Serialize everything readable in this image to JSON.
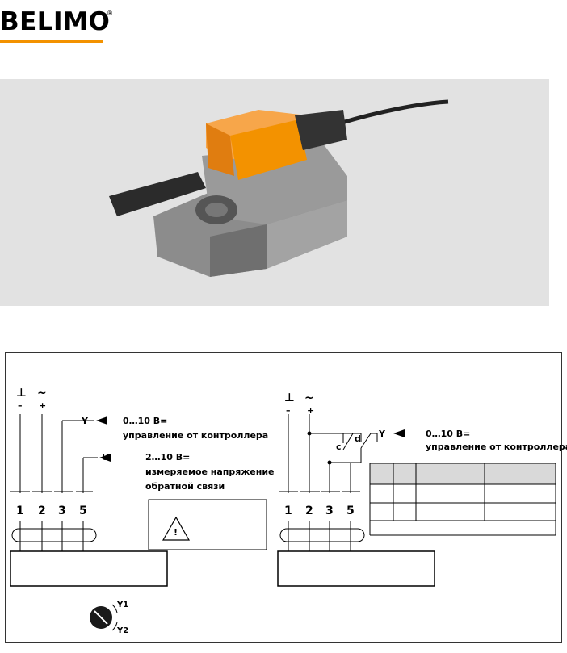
{
  "brand": {
    "name": "BELIMO",
    "registered": "®",
    "accent": "#f39200"
  },
  "product_photo": {
    "background": "#e2e2e2",
    "housing_color": "#f39200",
    "body_color": "#8c8c8c"
  },
  "wiring_left": {
    "ground_symbol": "⊥",
    "ground_sub": "–",
    "ac_symbol": "~",
    "ac_sub": "+",
    "y_label": "Y",
    "y_range": "0…10 В=",
    "y_desc": "управление от контроллера",
    "u_label": "U",
    "u_range": "2…10 В=",
    "u_desc_1": "измеряемое напряжение",
    "u_desc_2": "обратной связи",
    "terminals": [
      "1",
      "2",
      "3",
      "5"
    ],
    "warning_symbol": "!"
  },
  "wiring_right": {
    "ground_symbol": "⊥",
    "ground_sub": "–",
    "ac_symbol": "~",
    "ac_sub": "+",
    "contact_c": "c",
    "contact_d": "d",
    "y_label": "Y",
    "y_range": "0…10 В=",
    "y_desc": "управление от контроллера",
    "terminals": [
      "1",
      "2",
      "3",
      "5"
    ]
  },
  "direction_switch": {
    "y1": "Y1",
    "y2": "Y2"
  }
}
